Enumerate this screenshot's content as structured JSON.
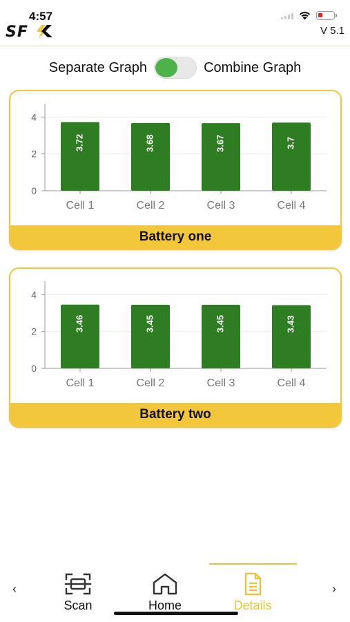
{
  "status_bar": {
    "time": "4:57"
  },
  "header": {
    "brand": "SFK",
    "version": "V 5.1"
  },
  "view_toggle": {
    "left_label": "Separate Graph",
    "right_label": "Combine Graph"
  },
  "chart_data": [
    {
      "type": "bar",
      "title": "Battery one",
      "categories": [
        "Cell 1",
        "Cell 2",
        "Cell 3",
        "Cell 4"
      ],
      "values": [
        3.72,
        3.68,
        3.67,
        3.7
      ],
      "value_labels": [
        "3.72",
        "3.68",
        "3.67",
        "3.7"
      ],
      "yticks": [
        "0",
        "2",
        "4"
      ],
      "ylim": [
        0,
        4.5
      ],
      "bar_color": "#2e7d22",
      "grid": true
    },
    {
      "type": "bar",
      "title": "Battery two",
      "categories": [
        "Cell 1",
        "Cell 2",
        "Cell 3",
        "Cell 4"
      ],
      "values": [
        3.46,
        3.45,
        3.45,
        3.43
      ],
      "value_labels": [
        "3.46",
        "3.45",
        "3.45",
        "3.43"
      ],
      "yticks": [
        "0",
        "2",
        "4"
      ],
      "ylim": [
        0,
        4.5
      ],
      "bar_color": "#2e7d22",
      "grid": true
    }
  ],
  "bottom_nav": {
    "items": [
      {
        "label": "Scan",
        "icon": "scan-icon"
      },
      {
        "label": "Home",
        "icon": "home-icon"
      },
      {
        "label": "Details",
        "icon": "document-icon"
      }
    ],
    "active_color": "#e9c23f",
    "prev_arrow": "‹",
    "next_arrow": "›"
  }
}
